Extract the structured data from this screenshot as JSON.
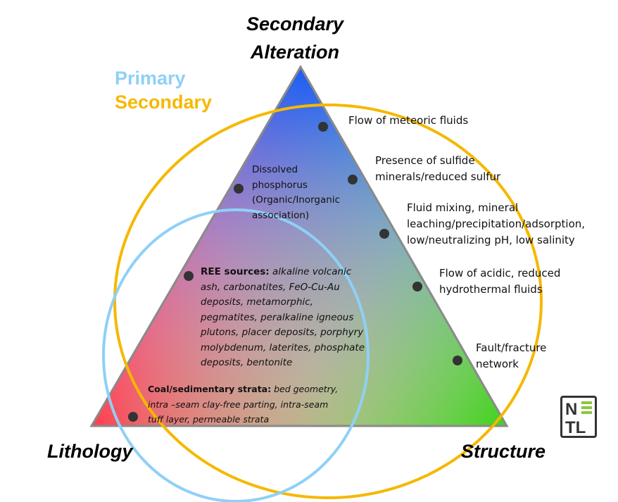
{
  "vertices": {
    "top": [
      "Secondary",
      "Alteration"
    ],
    "left": "Lithology",
    "right": "Structure"
  },
  "legend": {
    "primary": "Primary",
    "secondary": "Secondary",
    "primary_color": "#8fd0f7",
    "secondary_color": "#f5b800"
  },
  "factors": [
    "Flow of meteoric fluids",
    [
      "Presence of sulfide",
      "minerals/reduced sulfur"
    ],
    [
      "Fluid mixing, mineral",
      "leaching/precipitation/adsorption,",
      "low/neutralizing pH, low salinity"
    ],
    [
      "Flow of acidic, reduced",
      "hydrothermal fluids"
    ],
    [
      "Fault/fracture",
      "network"
    ]
  ],
  "inside": {
    "phosphorus": [
      "Dissolved",
      "phosphorus",
      "(Organic/Inorganic",
      "association)"
    ],
    "ree_label": "REE sources:",
    "ree_text": [
      "alkaline volcanic",
      "ash, carbonatites, FeO-Cu-Au",
      "deposits, metamorphic,",
      "pegmatites, peralkaline igneous",
      "plutons, placer deposits, porphyry",
      "molybdenum, laterites, phosphate",
      "deposits, bentonite"
    ],
    "coal_label": "Coal/sedimentary strata:",
    "coal_text": [
      "bed geometry,",
      "intra –seam clay-free parting, intra-seam",
      "tuff layer, permeable strata"
    ]
  },
  "logo": "NETL"
}
